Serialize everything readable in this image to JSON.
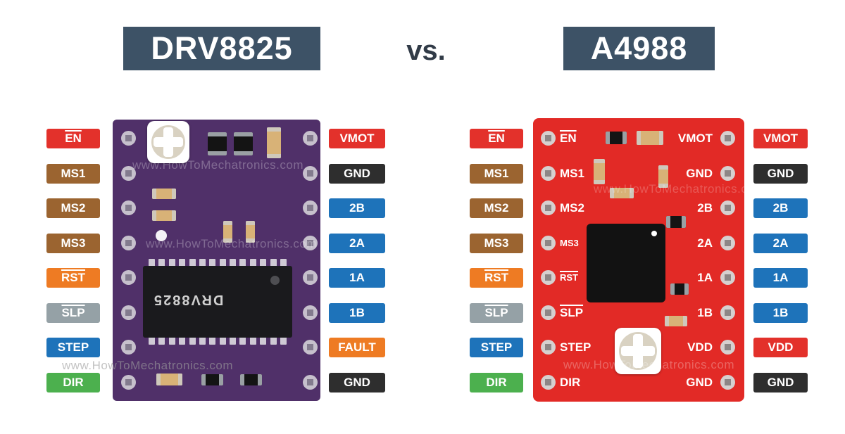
{
  "header": {
    "left_title": "DRV8825",
    "vs_label": "vs.",
    "right_title": "A4988"
  },
  "watermark": "www.HowToMechatronics.com",
  "colors": {
    "red": "#e3312b",
    "brown": "#9b6430",
    "orange": "#ee7b23",
    "gray": "#95a1a6",
    "blue": "#1e73ba",
    "green": "#4cb04e",
    "dark": "#2e2e2e",
    "title_bg": "#3d5266",
    "drv_board": "#503069",
    "a4988_board": "#e22a26"
  },
  "boards": [
    {
      "name": "DRV8825",
      "chip_label": "DRV8825",
      "left_pins": [
        {
          "label": "EN",
          "color": "red",
          "overline": true
        },
        {
          "label": "MS1",
          "color": "brown"
        },
        {
          "label": "MS2",
          "color": "brown"
        },
        {
          "label": "MS3",
          "color": "brown"
        },
        {
          "label": "RST",
          "color": "orange",
          "overline": true
        },
        {
          "label": "SLP",
          "color": "gray",
          "overline": true
        },
        {
          "label": "STEP",
          "color": "blue"
        },
        {
          "label": "DIR",
          "color": "green"
        }
      ],
      "right_pins": [
        {
          "label": "VMOT",
          "color": "red"
        },
        {
          "label": "GND",
          "color": "dark"
        },
        {
          "label": "2B",
          "color": "blue"
        },
        {
          "label": "2A",
          "color": "blue"
        },
        {
          "label": "1A",
          "color": "blue"
        },
        {
          "label": "1B",
          "color": "blue"
        },
        {
          "label": "FAULT",
          "color": "orange"
        },
        {
          "label": "GND",
          "color": "dark"
        }
      ]
    },
    {
      "name": "A4988",
      "left_pins": [
        {
          "label": "EN",
          "color": "red",
          "overline": true
        },
        {
          "label": "MS1",
          "color": "brown"
        },
        {
          "label": "MS2",
          "color": "brown"
        },
        {
          "label": "MS3",
          "color": "brown"
        },
        {
          "label": "RST",
          "color": "orange",
          "overline": true
        },
        {
          "label": "SLP",
          "color": "gray",
          "overline": true
        },
        {
          "label": "STEP",
          "color": "blue"
        },
        {
          "label": "DIR",
          "color": "green"
        }
      ],
      "right_pins": [
        {
          "label": "VMOT",
          "color": "red"
        },
        {
          "label": "GND",
          "color": "dark"
        },
        {
          "label": "2B",
          "color": "blue"
        },
        {
          "label": "2A",
          "color": "blue"
        },
        {
          "label": "1A",
          "color": "blue"
        },
        {
          "label": "1B",
          "color": "blue"
        },
        {
          "label": "VDD",
          "color": "red"
        },
        {
          "label": "GND",
          "color": "dark"
        }
      ],
      "silkscreen_left": [
        {
          "label": "EN",
          "overline": true
        },
        {
          "label": "MS1"
        },
        {
          "label": "MS2"
        },
        {
          "label": "MS3",
          "small": true
        },
        {
          "label": "RST",
          "overline": true,
          "small": true
        },
        {
          "label": "SLP",
          "overline": true
        },
        {
          "label": "STEP"
        },
        {
          "label": "DIR"
        }
      ],
      "silkscreen_right": [
        {
          "label": "VMOT"
        },
        {
          "label": "GND"
        },
        {
          "label": "2B"
        },
        {
          "label": "2A"
        },
        {
          "label": "1A"
        },
        {
          "label": "1B"
        },
        {
          "label": "VDD"
        },
        {
          "label": "GND"
        }
      ]
    }
  ]
}
